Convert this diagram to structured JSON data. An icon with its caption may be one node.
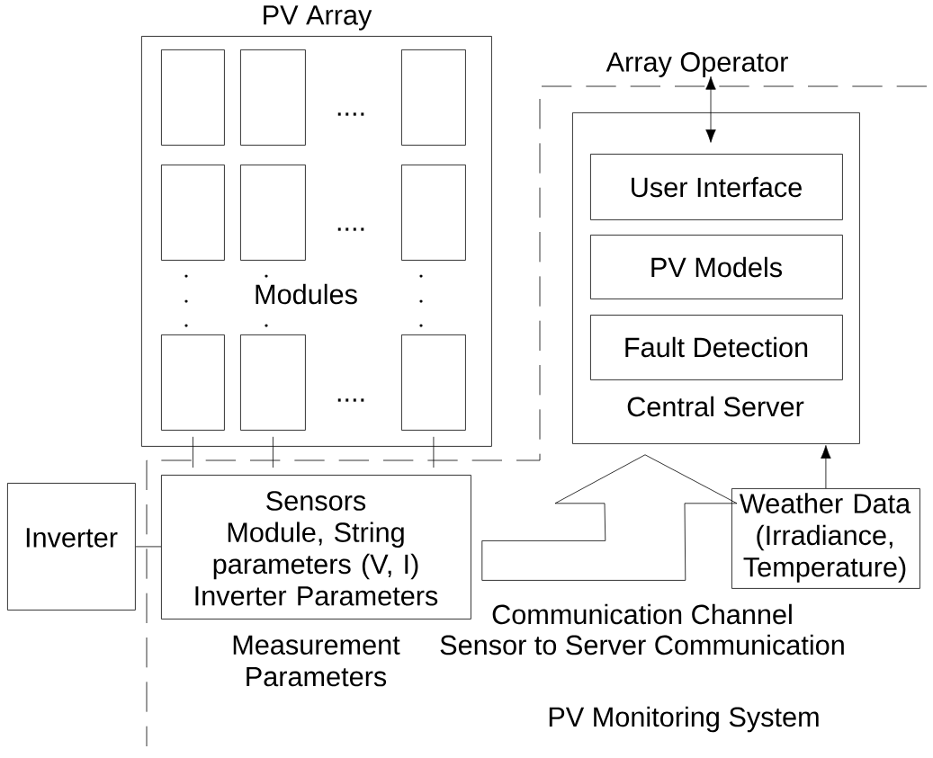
{
  "diagram": {
    "nodes": [
      {
        "text": [
          "PV Array",
          "Modules"
        ]
      },
      {
        "text": [],
        "shape": "box",
        "in": 0
      },
      {
        "text": [],
        "shape": "box",
        "in": 0
      },
      {
        "text": [],
        "shape": "box",
        "in": 0
      },
      {
        "text": [],
        "shape": "box",
        "in": 0
      },
      {
        "text": [],
        "shape": "box",
        "in": 0
      },
      {
        "text": [],
        "shape": "box",
        "in": 0
      },
      {
        "text": [],
        "shape": "box",
        "in": 0
      },
      {
        "text": [],
        "shape": "box",
        "in": 0
      },
      {
        "text": [],
        "shape": "box",
        "in": 0
      },
      {
        "text": [
          "Central Server"
        ]
      },
      {
        "text": [
          "User Interface"
        ],
        "in": 10
      },
      {
        "text": [
          "PV Models"
        ],
        "in": 10
      },
      {
        "text": [
          "Fault Detection"
        ],
        "in": 10
      },
      {
        "text": [
          "Inverter"
        ]
      },
      {
        "text": [
          "Sensors",
          "Module, String parameters (V, I) Inverter Parameters"
        ],
        "beside": [
          "Measurement Parameters"
        ]
      },
      {
        "text": [
          "Weather Data (Irradiance, Temperature)"
        ]
      },
      {
        "text": [
          "Array Operator"
        ]
      }
    ],
    "edges": [
      {
        "from": 17,
        "to": 11,
        "arrow": "both"
      },
      {
        "from": 16,
        "to": 10,
        "arrow": "to"
      },
      {
        "from": 15,
        "to": 10,
        "arrow": "to",
        "label": "Communication Channel"
      },
      {
        "from": 14,
        "to": 15,
        "arrow": "none"
      },
      {
        "from": 7,
        "to": 15,
        "arrow": "none"
      },
      {
        "from": 8,
        "to": 15,
        "arrow": "none"
      },
      {
        "from": 9,
        "to": 15,
        "arrow": "none"
      }
    ],
    "labels": [
      "....",
      "....",
      "....",
      "Sensor to Server Communication",
      "PV Monitoring System"
    ]
  }
}
